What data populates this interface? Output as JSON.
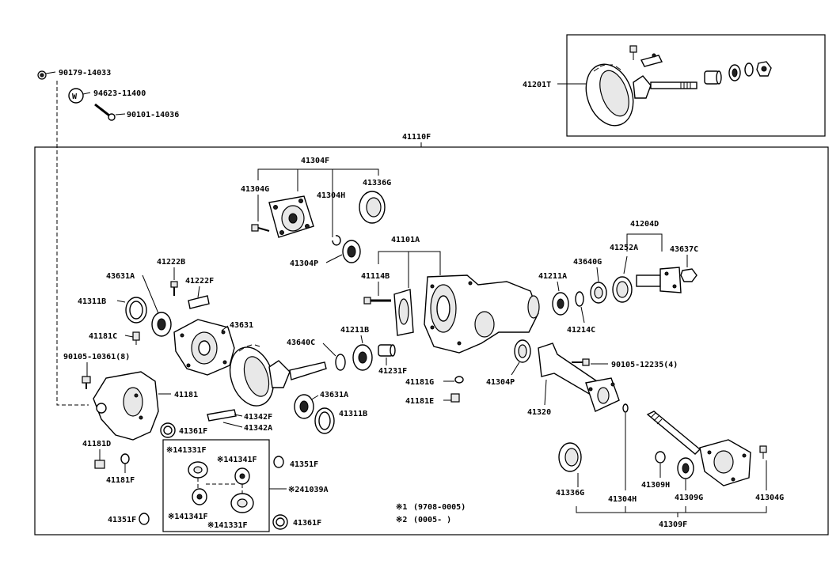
{
  "labels": {
    "l_90179_14033": "90179-14033",
    "l_94623_11400": "94623-11400",
    "l_90101_14036": "90101-14036",
    "l_41201T": "41201T",
    "l_41110F": "41110F",
    "l_41304F_top": "41304F",
    "l_41304G_top": "41304G",
    "l_41304H_top": "41304H",
    "l_41336G_top": "41336G",
    "l_41304P_top": "41304P",
    "l_41101A": "41101A",
    "l_41114B": "41114B",
    "l_41204D": "41204D",
    "l_41252A": "41252A",
    "l_43637C": "43637C",
    "l_43640G": "43640G",
    "l_41211A": "41211A",
    "l_41214C": "41214C",
    "l_43631A_left": "43631A",
    "l_41222B": "41222B",
    "l_41222F": "41222F",
    "l_41311B_left": "41311B",
    "l_43631": "43631",
    "l_41181C": "41181C",
    "l_90105_10361": "90105-10361(8)",
    "l_41181": "41181",
    "l_43640C": "43640C",
    "l_41211B": "41211B",
    "l_41231F": "41231F",
    "l_41181G": "41181G",
    "l_41181E": "41181E",
    "l_41304P_right": "41304P",
    "l_90105_12235": "90105-12235(4)",
    "l_41320": "41320",
    "l_43631A_mid": "43631A",
    "l_41311B_mid": "41311B",
    "l_41342F": "41342F",
    "l_41342A": "41342A",
    "l_41361F_top": "41361F",
    "l_41181D": "41181D",
    "l_41181F": "41181F",
    "l_141331F_top": "※141331F",
    "l_141341F_top": "※141341F",
    "l_141341F_bot": "※141341F",
    "l_141331F_bot": "※141331F",
    "l_41351F_right": "41351F",
    "l_241039A": "※241039A",
    "l_41351F_left": "41351F",
    "l_41361F_bot": "41361F",
    "l_41336G_bot": "41336G",
    "l_41304H_bot": "41304H",
    "l_41309H": "41309H",
    "l_41309G": "41309G",
    "l_41304G_bot": "41304G",
    "l_41309F": "41309F",
    "w_icon_letter": "W"
  },
  "notes": {
    "note1_mark": "※1",
    "note1_range": "(9708-0005)",
    "note2_mark": "※2",
    "note2_range": "(0005-     )"
  }
}
